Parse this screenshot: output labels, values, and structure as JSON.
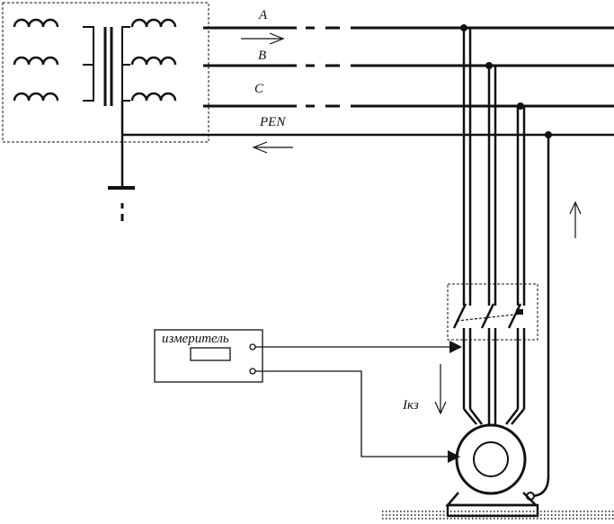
{
  "diagram": {
    "phase_labels": [
      "A",
      "B",
      "C"
    ],
    "pen_label": "PEN",
    "meter_label": "измеритель",
    "current_label": "Iкз"
  },
  "colors": {
    "ink": "#111111",
    "background": "#ffffff"
  },
  "icons": [
    "transformer-coil-icon",
    "ground-icon",
    "switch-icon",
    "motor-icon",
    "arrow-icon"
  ]
}
